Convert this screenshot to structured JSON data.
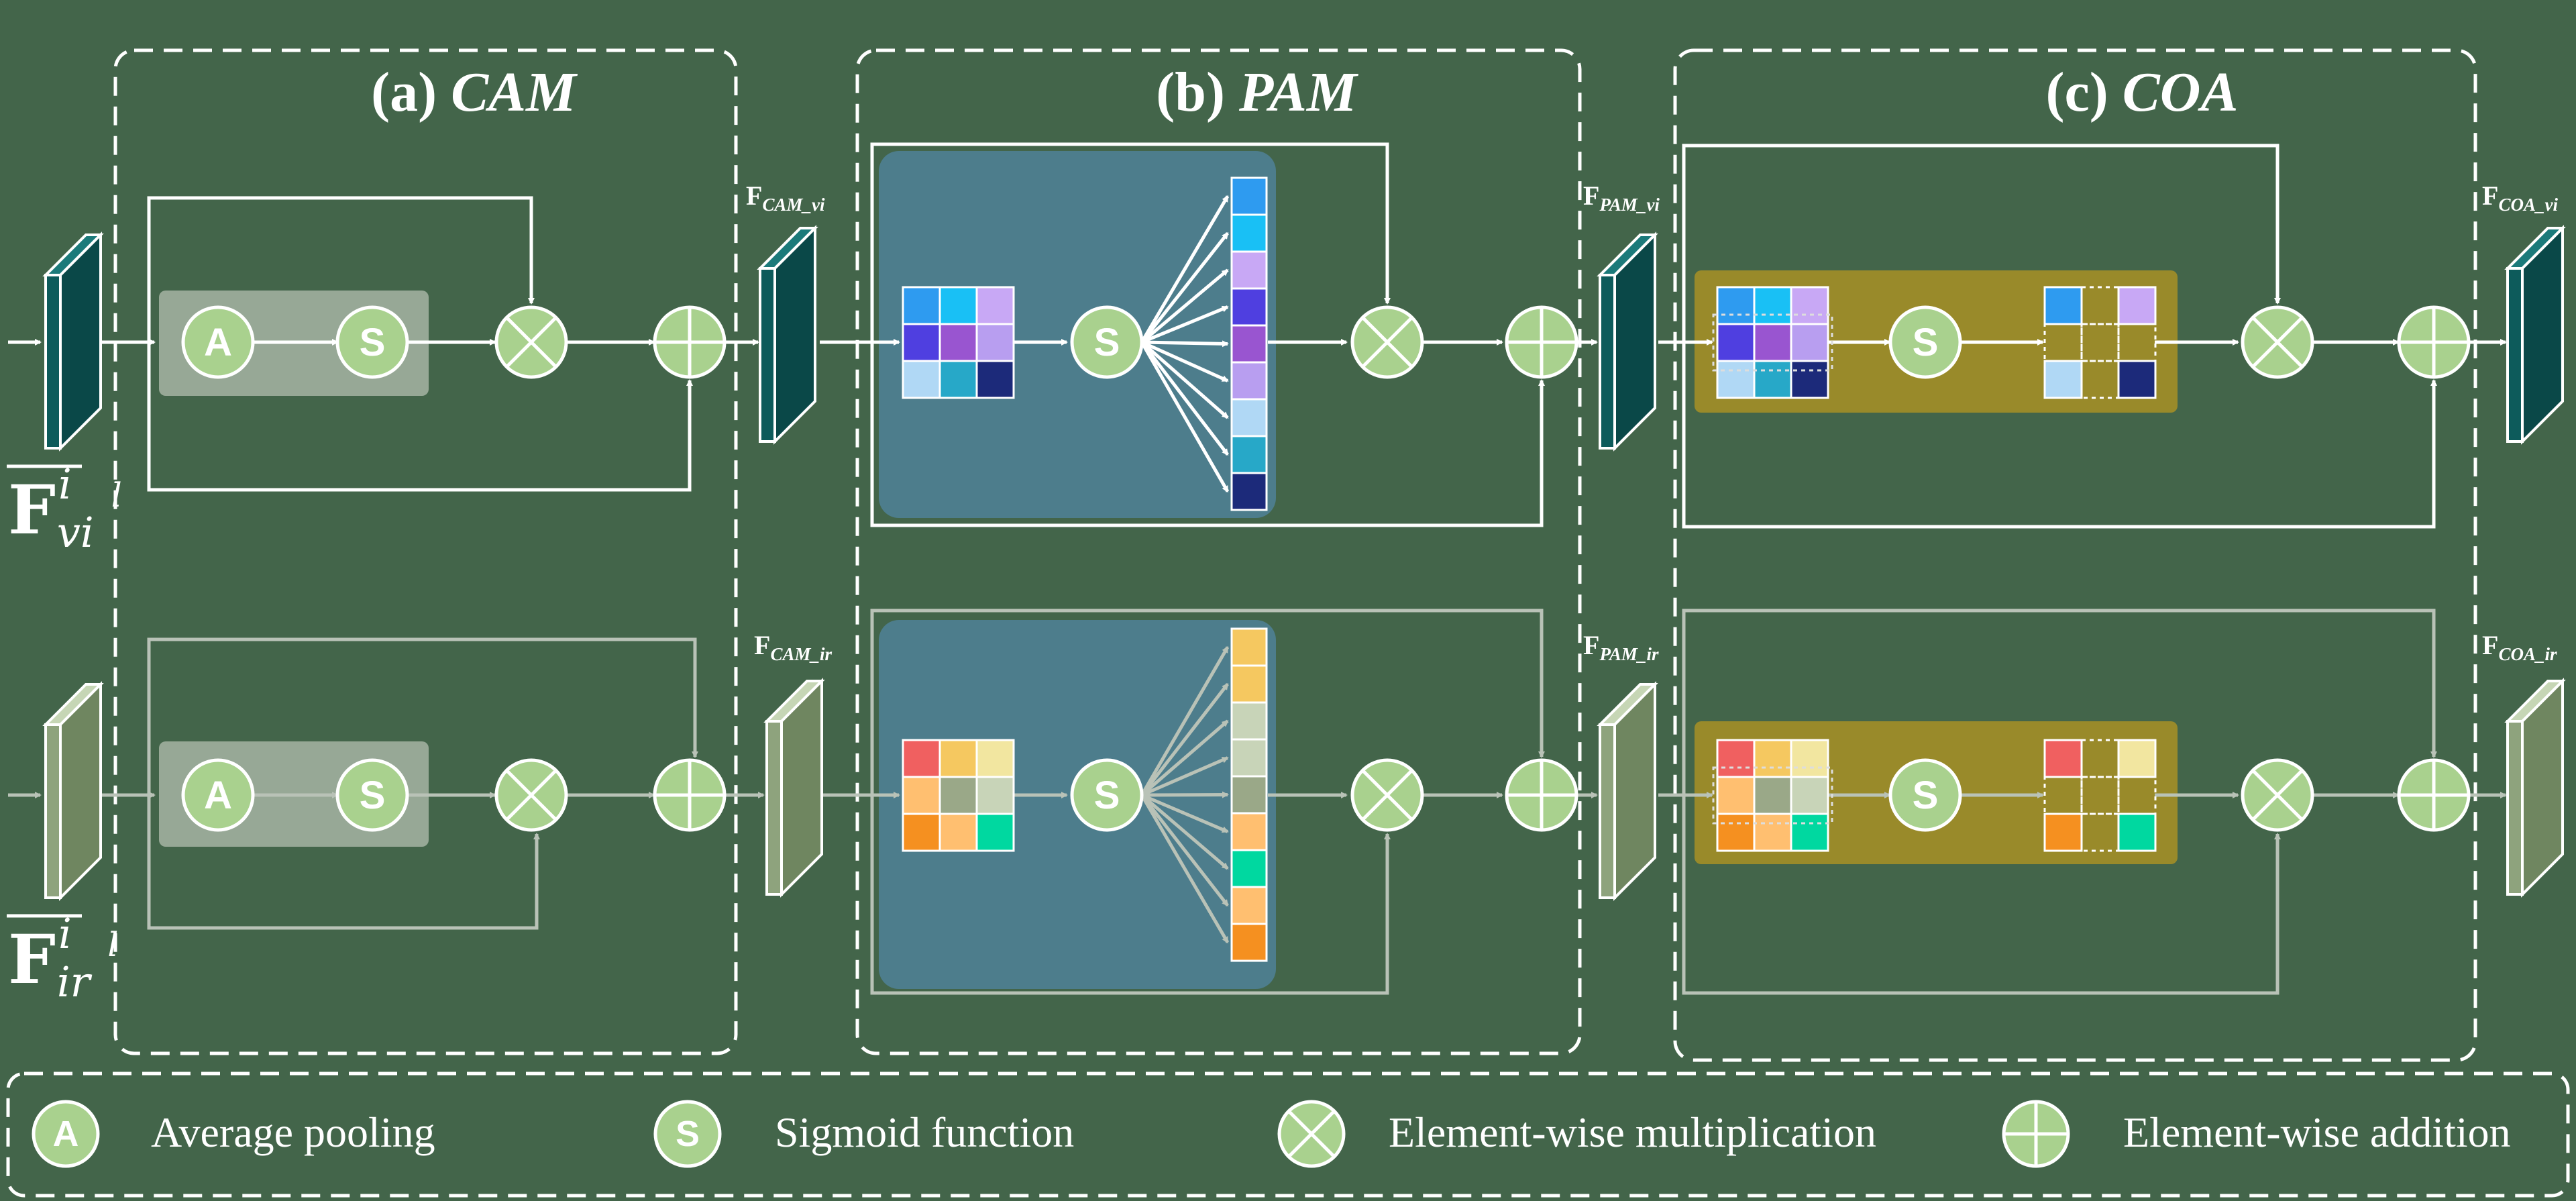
{
  "modules": {
    "cam": {
      "tag": "(a)",
      "name": "CAM"
    },
    "pam": {
      "tag": "(b)",
      "name": "PAM"
    },
    "coa": {
      "tag": "(c)",
      "name": "COA"
    }
  },
  "features": {
    "cam_vi": {
      "base": "F",
      "sub": "CAM_vi"
    },
    "cam_ir": {
      "base": "F",
      "sub": "CAM_ir"
    },
    "pam_vi": {
      "base": "F",
      "sub": "PAM_vi"
    },
    "pam_ir": {
      "base": "F",
      "sub": "PAM_ir"
    },
    "coa_vi": {
      "base": "F",
      "sub": "COA_vi"
    },
    "coa_ir": {
      "base": "F",
      "sub": "COA_ir"
    }
  },
  "inputs": {
    "vi": {
      "base": "F",
      "sup": "i",
      "sub": "vi",
      "tail": "l"
    },
    "ir": {
      "base": "F",
      "sup": "i",
      "sub": "ir",
      "tail": "l"
    }
  },
  "symbols": {
    "avg": "A",
    "sigmoid": "S"
  },
  "legend": {
    "average_pooling": "Average pooling",
    "sigmoid": "Sigmoid function",
    "multiplication": "Element-wise multiplication",
    "addition": "Element-wise addition"
  },
  "colors": {
    "background": "#43654a",
    "circle_fill": "#a9d18e",
    "gray_box": "#97a896",
    "pam_box": "#4d7d8c",
    "coa_box": "#998a2a",
    "vi_cuboid": "#0d5b5b",
    "ir_cuboid": "#8ea37d"
  }
}
